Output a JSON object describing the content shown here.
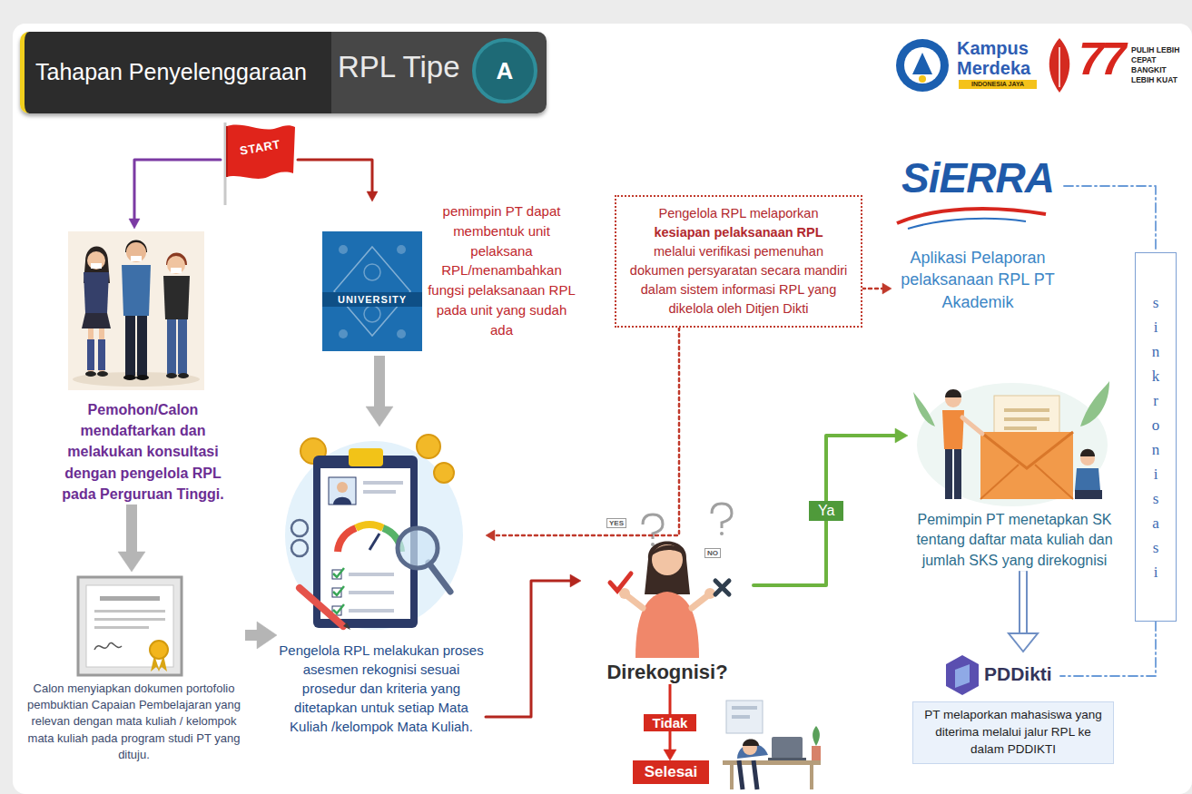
{
  "diagram": {
    "nodes": [
      {
        "text": [
          "Tahapan Penyelenggaraan",
          "RPL Tipe"
        ]
      },
      {
        "text": [
          "A"
        ],
        "in": 0
      },
      {
        "text": [
          "START"
        ]
      },
      {
        "text": [
          "Pemohon/Calon mendaftarkan dan melakukan konsultasi dengan pengelola RPL pada Perguruan Tinggi."
        ]
      },
      {
        "text": [
          "UNIVERSITY",
          "pemimpin PT dapat membentuk unit pelaksana RPL/menambahkan fungsi pelaksanaan RPL pada unit yang sudah ada"
        ]
      },
      {
        "text": [
          "Pengelola RPL melaporkan",
          "kesiapan pelaksanaan RPL",
          "melalui verifikasi pemenuhan dokumen persyaratan secara mandiri dalam sistem informasi RPL yang dikelola oleh Ditjen Dikti"
        ]
      },
      {
        "text": [
          "SiERRA",
          "Aplikasi Pelaporan pelaksanaan RPL PT Akademik"
        ]
      },
      {
        "text": [
          "Calon menyiapkan dokumen portofolio pembuktian Capaian Pembelajaran yang relevan dengan mata kuliah / kelompok mata kuliah pada program studi PT yang dituju."
        ]
      },
      {
        "text": [
          "Pengelola RPL melakukan proses asesmen rekognisi sesuai prosedur dan kriteria yang ditetapkan untuk setiap Mata Kuliah /kelompok Mata Kuliah."
        ]
      },
      {
        "text": [
          "Direkognisi?"
        ]
      },
      {
        "text": [
          "Pemimpin PT menetapkan SK tentang daftar mata kuliah dan jumlah SKS yang direkognisi"
        ]
      },
      {
        "text": [
          "sinkronisasi"
        ]
      },
      {
        "text": [
          "Selesai"
        ]
      },
      {
        "text": [
          "PDDikti"
        ]
      },
      {
        "text": [
          "PT melaporkan mahasiswa yang diterima melalui jalur RPL ke dalam PDDIKTI"
        ]
      }
    ],
    "edges": [
      {
        "from": 2,
        "to": 3,
        "arrow": "to"
      },
      {
        "from": 2,
        "to": 4,
        "arrow": "to"
      },
      {
        "from": 3,
        "to": 7,
        "arrow": "to"
      },
      {
        "from": 7,
        "to": 8,
        "arrow": "to"
      },
      {
        "from": 4,
        "to": 8,
        "arrow": "to"
      },
      {
        "from": 5,
        "to": 6,
        "arrow": "to"
      },
      {
        "from": 5,
        "to": 8,
        "arrow": "to"
      },
      {
        "from": 8,
        "to": 9,
        "arrow": "to"
      },
      {
        "from": 9,
        "to": 12,
        "label": "Tidak",
        "arrow": "to"
      },
      {
        "from": 9,
        "to": 10,
        "label": "Ya",
        "arrow": "to"
      },
      {
        "from": 10,
        "to": 13,
        "arrow": "to"
      },
      {
        "from": 6,
        "to": 11,
        "arrow": "none"
      },
      {
        "from": 11,
        "to": 13,
        "arrow": "none"
      }
    ],
    "labels": [
      "Kampus Merdeka",
      "INDONESIA JAYA",
      "77",
      "PULIH LEBIH CEPAT BANGKIT LEBIH KUAT",
      "YES",
      "NO"
    ]
  }
}
